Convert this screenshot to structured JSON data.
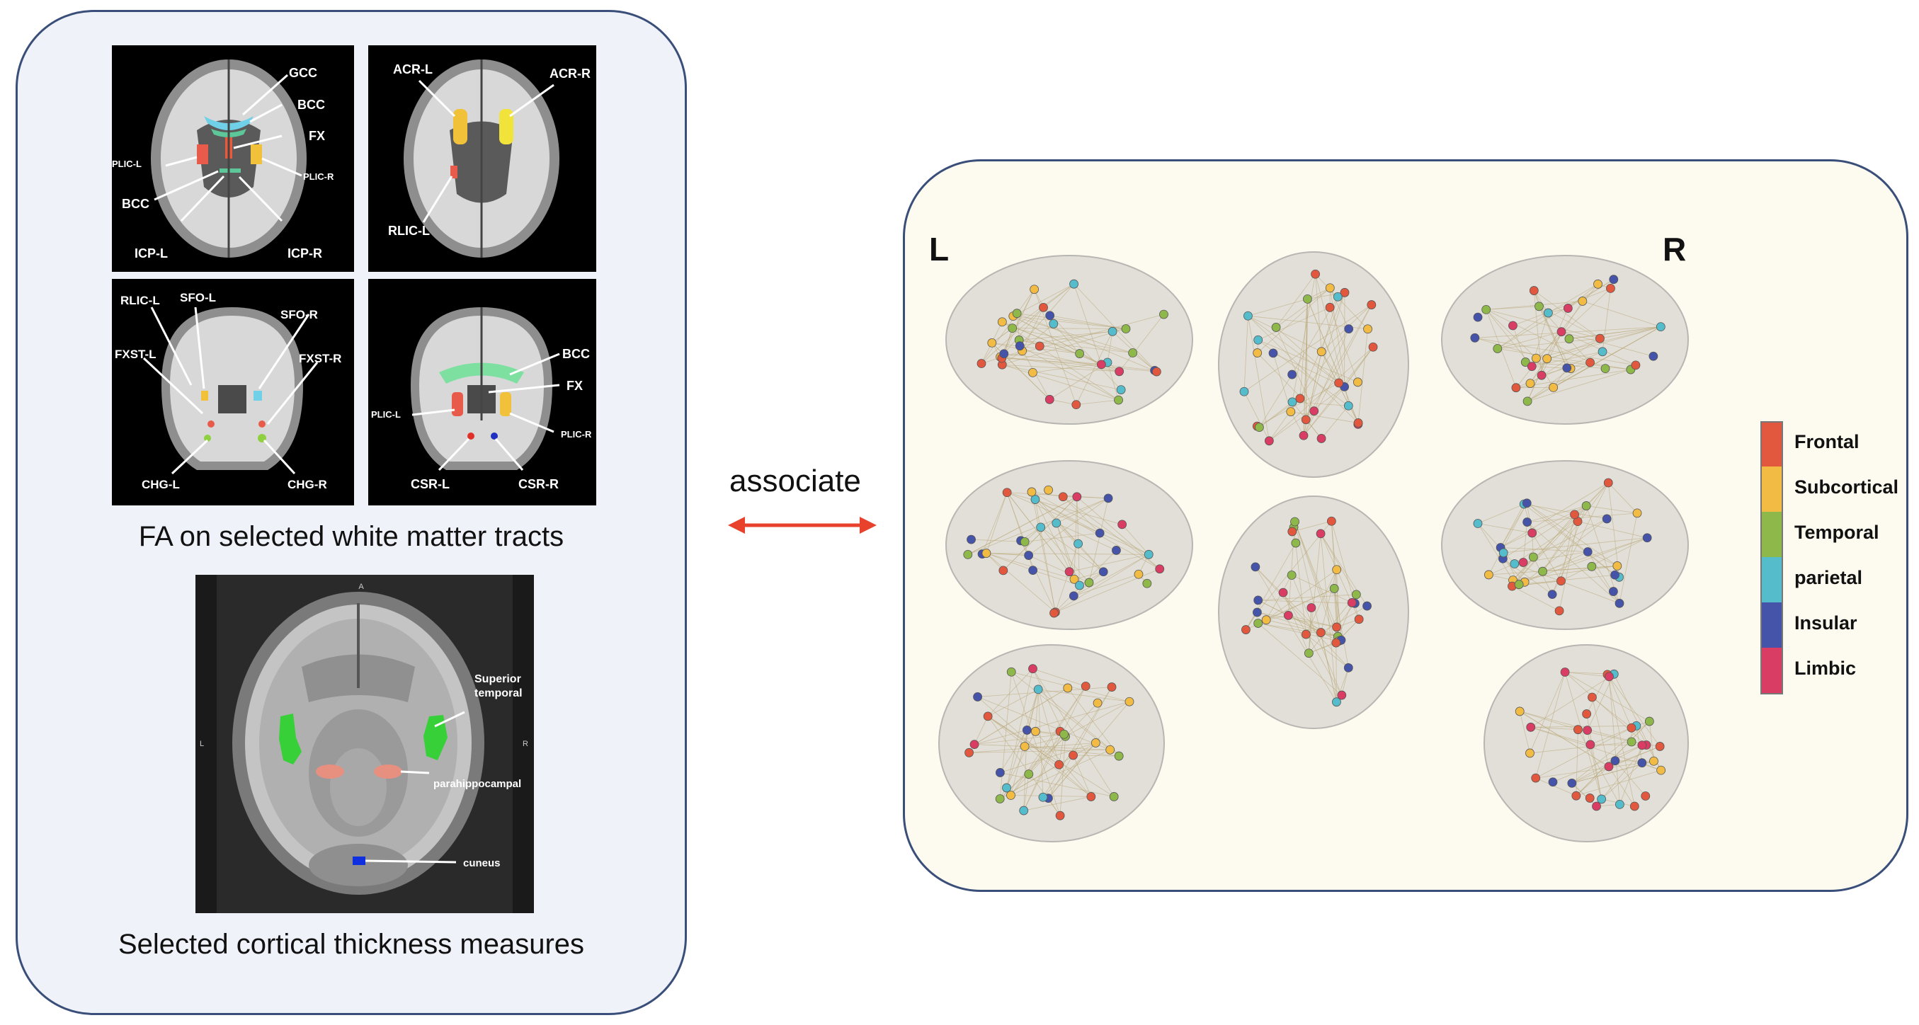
{
  "wm_figures": {
    "axial_1": {
      "labels": [
        "GCC",
        "BCC",
        "FX",
        "PLIC-L",
        "PLIC-R",
        "BCC",
        "ICP-L",
        "ICP-R"
      ]
    },
    "axial_2": {
      "labels": [
        "ACR-L",
        "ACR-R",
        "RLIC-L"
      ]
    },
    "coronal_1": {
      "labels": [
        "RLIC-L",
        "SFO-L",
        "SFO-R",
        "FXST-L",
        "FXST-R",
        "CHG-L",
        "CHG-R"
      ]
    },
    "coronal_2": {
      "labels": [
        "BCC",
        "FX",
        "PLIC-L",
        "PLIC-R",
        "CSR-L",
        "CSR-R"
      ]
    }
  },
  "wm_caption": "FA on selected white matter tracts",
  "cortical_figure": {
    "orientation": {
      "anterior": "A",
      "left": "L",
      "right": "R"
    },
    "labels": {
      "superior_temporal_1": "Superior",
      "superior_temporal_2": "temporal",
      "parahippocampal": "parahippocampal",
      "cuneus": "cuneus"
    }
  },
  "cortical_caption": "Selected cortical thickness measures",
  "association": {
    "label": "associate",
    "arrow_color": "#e8412c"
  },
  "network": {
    "left_marker": "L",
    "right_marker": "R",
    "legend": [
      {
        "label": "Frontal",
        "color": "#e2583e"
      },
      {
        "label": "Subcortical",
        "color": "#f2bc44"
      },
      {
        "label": "Temporal",
        "color": "#8fb84a"
      },
      {
        "label": "parietal",
        "color": "#55bccb"
      },
      {
        "label": "Insular",
        "color": "#4553a8"
      },
      {
        "label": "Limbic",
        "color": "#d93d63"
      }
    ]
  }
}
